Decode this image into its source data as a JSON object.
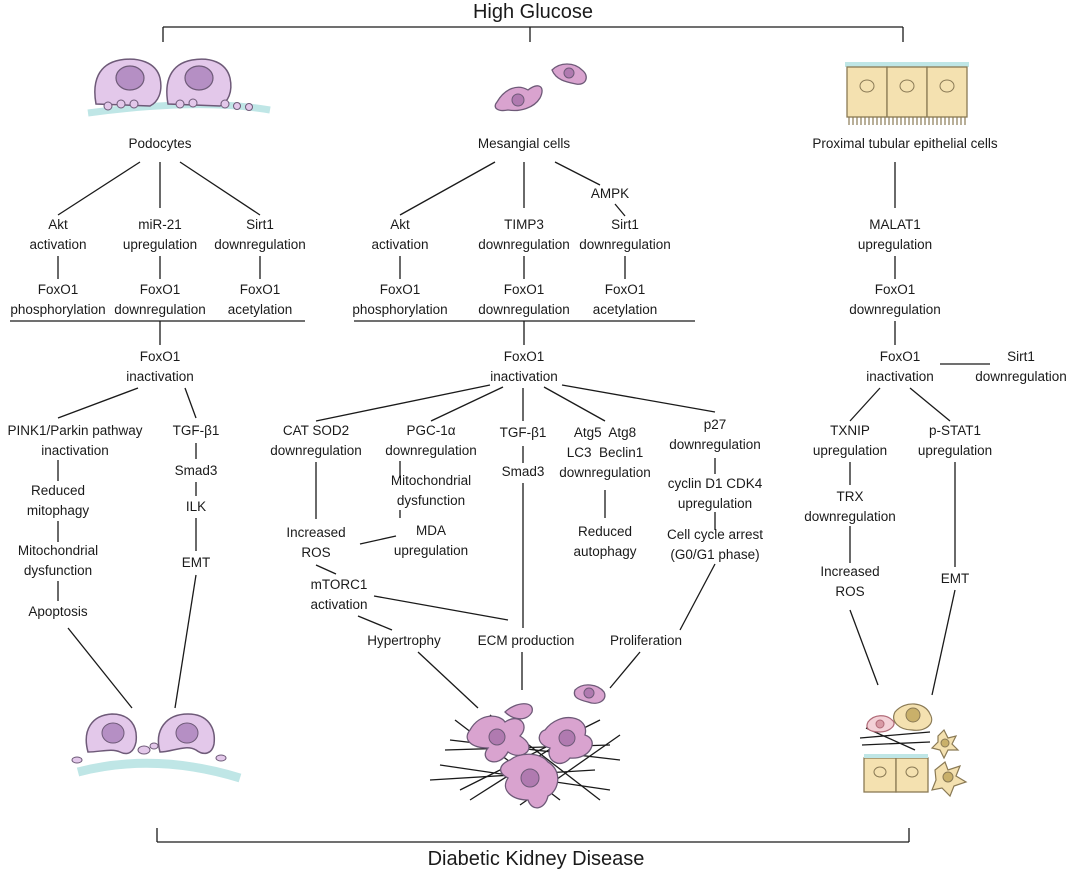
{
  "title_top": "High Glucose",
  "title_bottom": "Diabetic Kidney Disease",
  "columns": {
    "podocytes": {
      "cell_label": "Podocytes",
      "branch1": {
        "upstream": "Akt\nactivation",
        "effect": "FoxO1\nphosphorylation"
      },
      "branch2": {
        "upstream": "miR-21\nupregulation",
        "effect": "FoxO1\ndownregulation"
      },
      "branch3": {
        "upstream": "Sirt1\ndownregulation",
        "effect": "FoxO1\nacetylation"
      },
      "inactivation": "FoxO1\ninactivation",
      "pathway_a": [
        "PINK1/Parkin pathway\ninactivation",
        "Reduced\nmitophagy",
        "Mitochondrial\ndysfunction",
        "Apoptosis"
      ],
      "pathway_b": [
        "TGF-β1",
        "Smad3",
        "ILK",
        "EMT"
      ]
    },
    "mesangial": {
      "cell_label": "Mesangial cells",
      "branch1": {
        "upstream": "Akt\nactivation",
        "effect": "FoxO1\nphosphorylation"
      },
      "branch2": {
        "upstream": "TIMP3\ndownregulation",
        "effect": "FoxO1\ndownregulation"
      },
      "branch3": {
        "upstream_top": "AMPK",
        "upstream": "Sirt1\ndownregulation",
        "effect": "FoxO1\nacetylation"
      },
      "inactivation": "FoxO1\ninactivation",
      "cat_sod2": "CAT SOD2\ndownregulation",
      "increased_ros": "Increased\nROS",
      "pgc1a": "PGC-1α\ndownregulation",
      "mito_dysfunction": "Mitochondrial\ndysfunction",
      "mda": "MDA\nupregulation",
      "mtorc1": "mTORC1\nactivation",
      "tgfb1": "TGF-β1",
      "smad3": "Smad3",
      "atg": "Atg5  Atg8\nLC3  Beclin1\ndownregulation",
      "reduced_autophagy": "Reduced\nautophagy",
      "p27": "p27\ndownregulation",
      "cyclin": "cyclin D1 CDK4\nupregulation",
      "cell_cycle": "Cell cycle arrest\n(G0/G1 phase)",
      "hypertrophy": "Hypertrophy",
      "ecm": "ECM production",
      "proliferation": "Proliferation"
    },
    "tubular": {
      "cell_label": "Proximal tubular epithelial cells",
      "malat1": "MALAT1\nupregulation",
      "foxo1_down": "FoxO1\ndownregulation",
      "inactivation": "FoxO1\ninactivation",
      "sirt1": "Sirt1\ndownregulation",
      "txnip": "TXNIP\nupregulation",
      "trx": "TRX\ndownregulation",
      "increased_ros": "Increased\nROS",
      "pstat1": "p-STAT1\nupregulation",
      "emt": "EMT"
    }
  },
  "colors": {
    "cell_body": "#e3c8ea",
    "cell_nucleus": "#b58fc4",
    "cell_outline": "#6e5a78",
    "mesangial_fill": "#d9a3cf",
    "tubular_fill": "#f4e1b0",
    "tubular_outline": "#8a7a55",
    "membrane": "#bfe6e6",
    "matrix": "#bdbdbd",
    "line": "#1a1a1a"
  }
}
